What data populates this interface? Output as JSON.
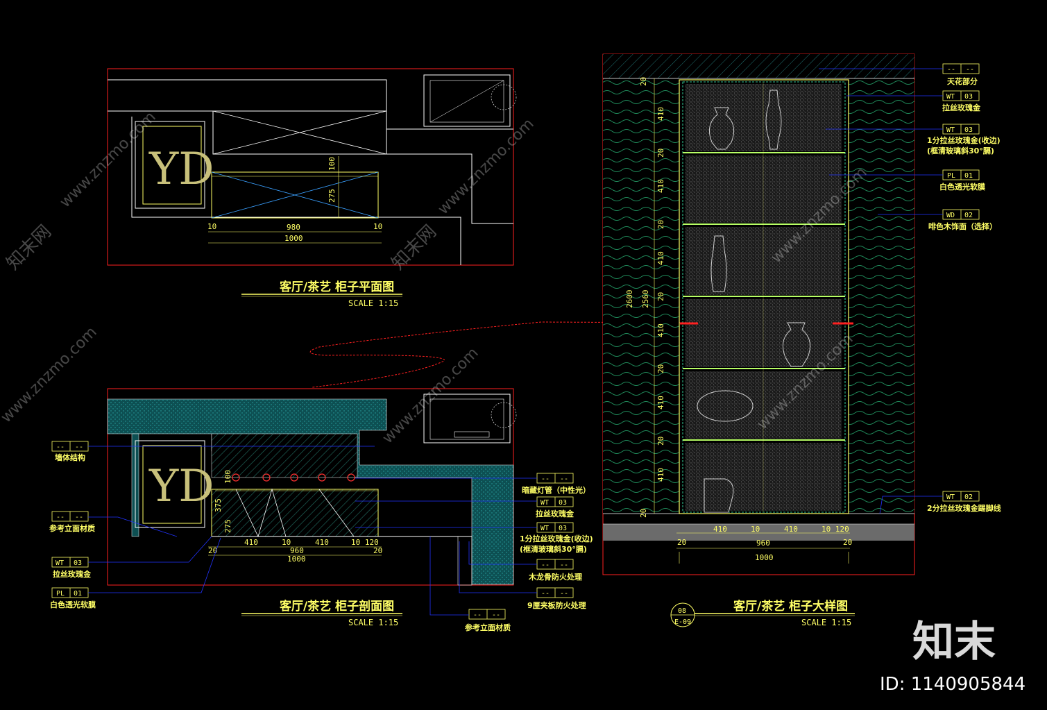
{
  "plan": {
    "title": "客厅/茶艺 柜子平面图",
    "scale": "SCALE 1:15",
    "logo": "YD",
    "dims": {
      "d100": "100",
      "d275": "275",
      "d10a": "10",
      "d980": "980",
      "d10b": "10",
      "d1000": "1000"
    }
  },
  "section": {
    "title": "客厅/茶艺 柜子剖面图",
    "scale": "SCALE 1:15",
    "logo": "YD",
    "dims": {
      "d375": "375",
      "d275": "275",
      "d20a": "20",
      "d410a": "410",
      "d10": "10",
      "d410b": "410",
      "d10120": "10 120",
      "d20b": "20",
      "d960": "960",
      "d1000": "1000",
      "d100": "100"
    },
    "labels": [
      {
        "code1": "--",
        "code2": "--",
        "text": "墙体结构"
      },
      {
        "code1": "--",
        "code2": "--",
        "text": "参考立面材质"
      },
      {
        "code1": "WT",
        "code2": "03",
        "text": "拉丝玫瑰金"
      },
      {
        "code1": "PL",
        "code2": "01",
        "text": "白色透光软膜"
      }
    ],
    "right_labels": [
      {
        "code1": "--",
        "code2": "--",
        "text": "暗藏灯管（中性光）"
      },
      {
        "code1": "WT",
        "code2": "03",
        "text": "拉丝玫瑰金"
      },
      {
        "code1": "WT",
        "code2": "03",
        "text": "1分拉丝玫瑰金(收边)",
        "text2": "(框清玻璃斜30°膈)"
      },
      {
        "code1": "--",
        "code2": "--",
        "text": "木龙骨防火处理"
      },
      {
        "code1": "--",
        "code2": "--",
        "text": "9厘夹板防火处理"
      },
      {
        "code1": "--",
        "code2": "--",
        "text": "参考立面材质"
      }
    ]
  },
  "elevation": {
    "title": "客厅/茶艺 柜子大样图",
    "scale": "SCALE 1:15",
    "ref_top": "08",
    "ref_bottom": "E-09",
    "vdims": [
      "20",
      "410",
      "20",
      "410",
      "20",
      "410",
      "20",
      "410",
      "20",
      "410",
      "20",
      "410",
      "20"
    ],
    "total_a": "2600",
    "total_b": "2560",
    "hdims": {
      "d20a": "20",
      "d410a": "410",
      "d10": "10",
      "d410b": "410",
      "d10120": "10 120",
      "d20b": "20",
      "d960": "960",
      "d1000": "1000"
    },
    "labels": [
      {
        "code1": "--",
        "code2": "--",
        "text": "天花部分"
      },
      {
        "code1": "WT",
        "code2": "03",
        "text": "拉丝玫瑰金"
      },
      {
        "code1": "WT",
        "code2": "03",
        "text": "1分拉丝玫瑰金(收边)",
        "text2": "(框清玻璃斜30°膈)"
      },
      {
        "code1": "PL",
        "code2": "01",
        "text": "白色透光软膜"
      },
      {
        "code1": "WD",
        "code2": "02",
        "text": "啡色木饰面（选择）"
      },
      {
        "code1": "WT",
        "code2": "02",
        "text": "2分拉丝玫瑰金踢脚线"
      }
    ]
  },
  "watermark": {
    "site": "www.znzmo.com",
    "brand": "知末网",
    "logo": "知末",
    "id": "ID: 1140905844"
  },
  "colors": {
    "border": "#ff2020",
    "text": "#ffff66",
    "leader": "#2233ff",
    "wall": "#0f6f6f",
    "wood": "#1f8a5a",
    "glass": "#9a9a9a"
  }
}
